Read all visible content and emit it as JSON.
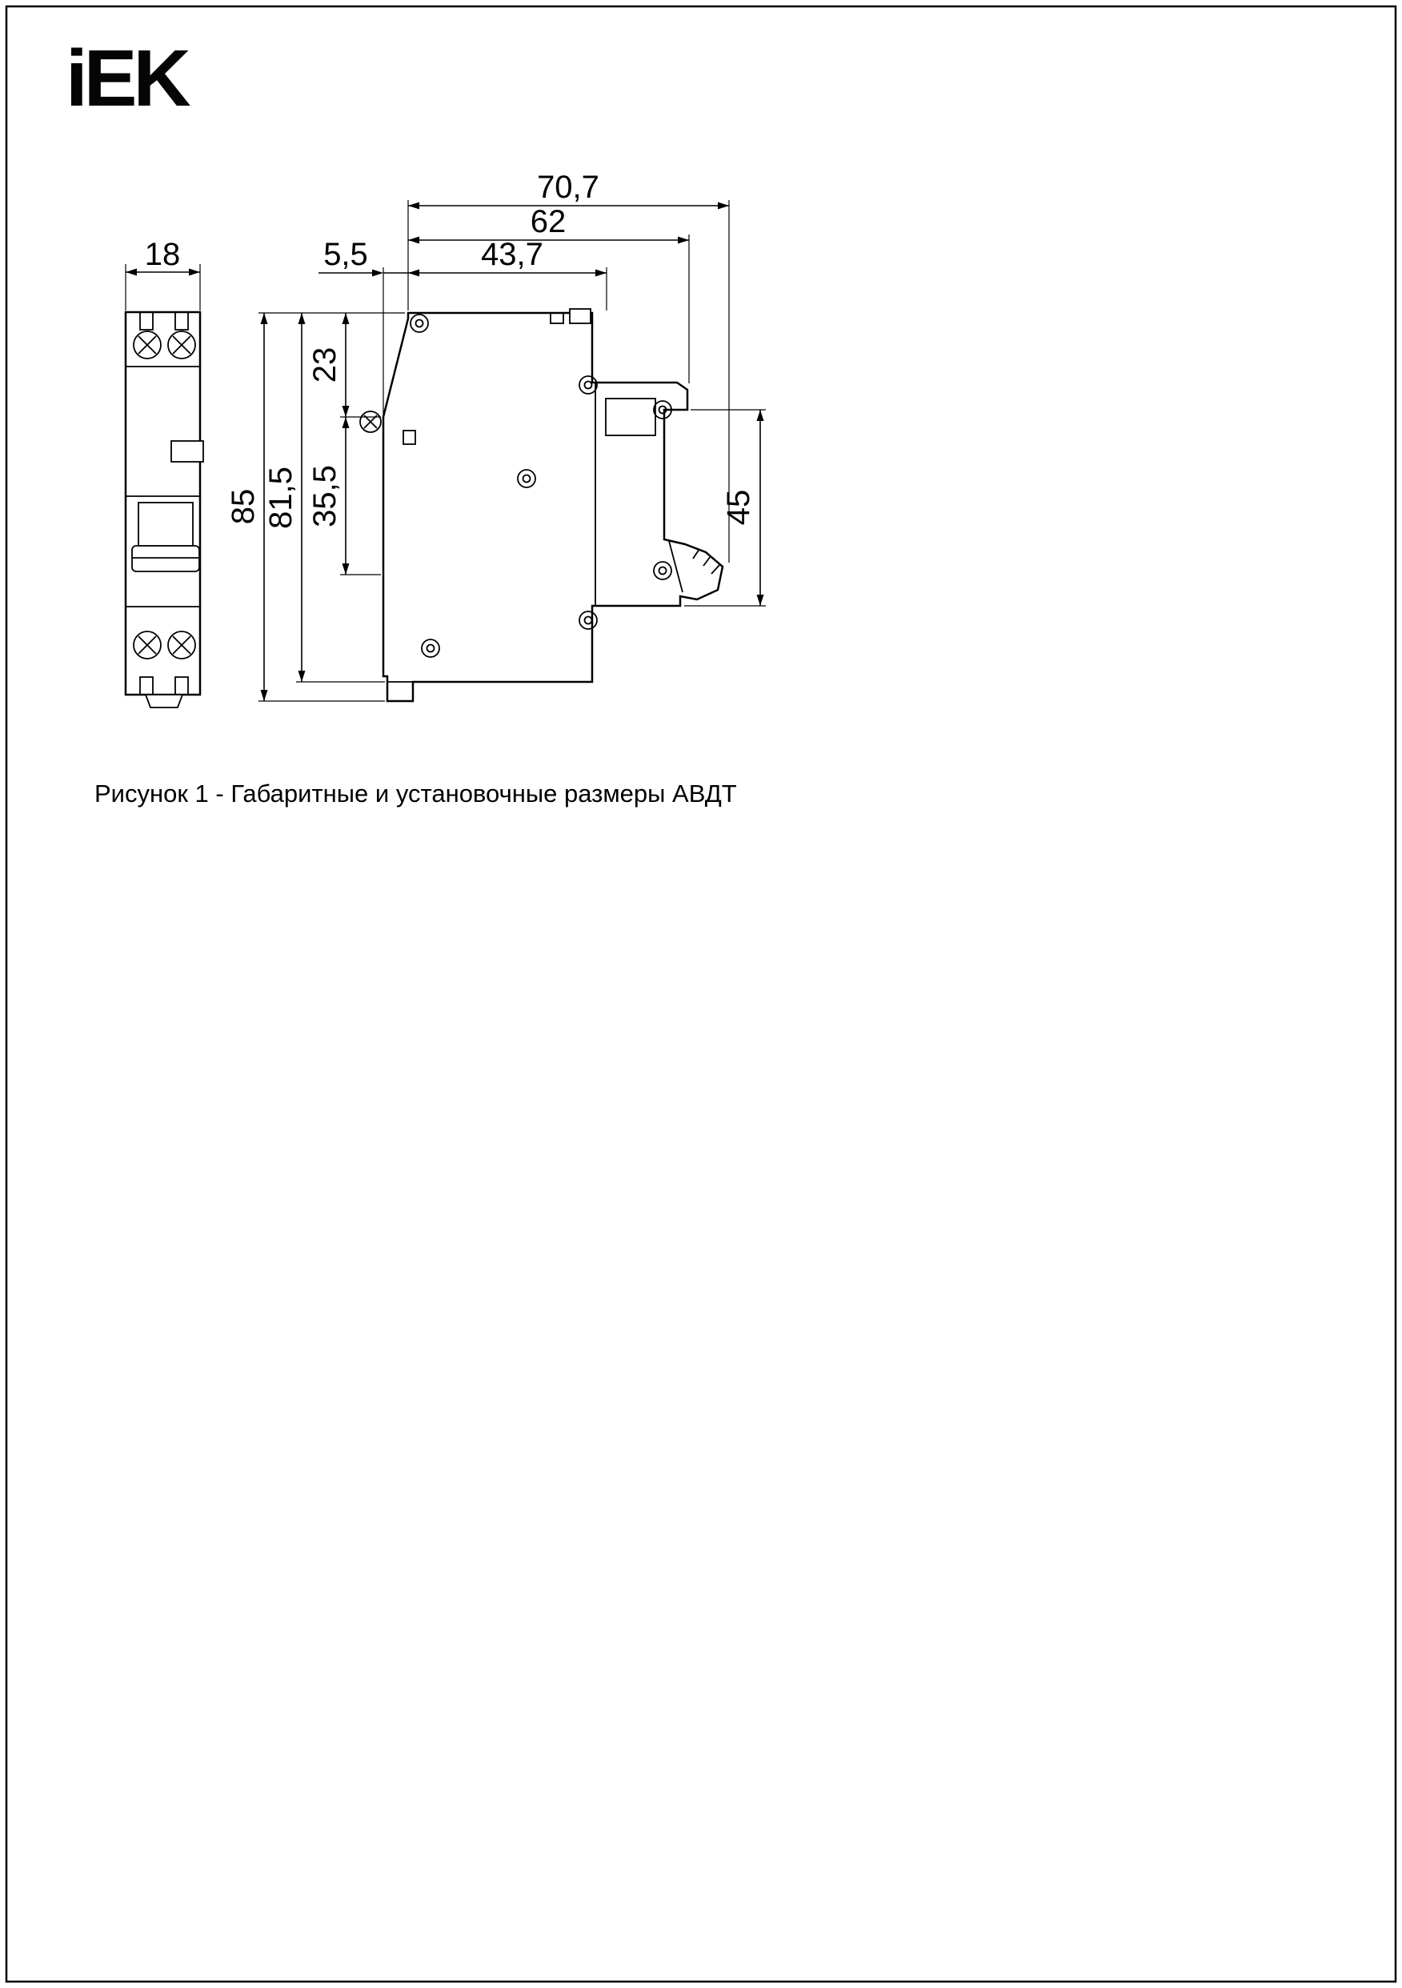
{
  "logo": {
    "text": "iEK"
  },
  "caption": "Рисунок 1 - Габаритные и установочные размеры АВДТ",
  "drawing": {
    "dimensions": {
      "front_width": "18",
      "total_depth": "70,7",
      "depth_to_rail": "62",
      "front_depth": "43,7",
      "face_offset": "5,5",
      "total_height": "85",
      "height_to_tab": "81,5",
      "upper_segment": "23",
      "middle_segment": "35,5",
      "rail_span": "45"
    }
  }
}
